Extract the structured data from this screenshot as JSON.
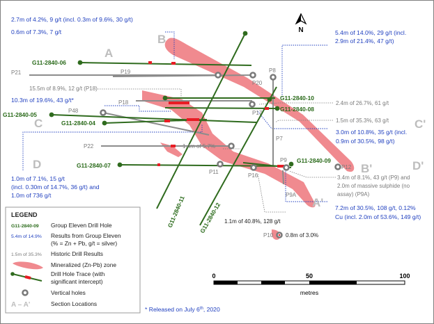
{
  "colors": {
    "zone": "#f08a8f",
    "drill": "#2f6b1e",
    "intercept": "#e81c24",
    "vertical": "#8c8c8c",
    "blue_text": "#1f3fbf",
    "grey_text": "#7a7a7a"
  },
  "north": {
    "label": "N",
    "icon": "north-arrow-icon"
  },
  "sections": {
    "a": "A",
    "a_prime": "A'",
    "b": "B",
    "b_prime": "B'",
    "c": "C",
    "c_prime": "C'",
    "d": "D",
    "d_prime": "D'"
  },
  "holes": {
    "g06": "G11-2840-06",
    "g05": "G11-2840-05",
    "g04": "G11-2840-04",
    "g07": "G11-2840-07",
    "g10": "G11-2840-10",
    "g08": "G11-2840-08",
    "g09": "G11-2840-09",
    "g11": "G11-2840-11",
    "g12": "G11-2840-12"
  },
  "historic_holes": {
    "p21": "P21",
    "p19": "P19",
    "p20": "P20",
    "p8": "P8",
    "p18": "P18",
    "p48": "P48",
    "p17": "P17",
    "p7": "P7",
    "p22": "P22",
    "p11": "P11",
    "p16": "P16",
    "p9": "P9",
    "p9a": "P9A",
    "p12": "P12",
    "p10": "P10"
  },
  "results_blue": {
    "g06_line1": "2.7m of 4.2%, 9 g/t (incl. 0.3m of 9.6%, 30 g/t)",
    "g06_line2": "0.6m of 7.3%, 7 g/t",
    "g10_line1": "5.4m of 14.0%, 29 g/t (incl.",
    "g10_line2": "2.9m of 21.4%, 47 g/t)",
    "g05": "10.3m of 19.6%, 43 g/t*",
    "g08_line1": "3.0m of 10.8%, 35 g/t (incl.",
    "g08_line2": "0.9m of 30.5%, 98 g/t)",
    "g07_line1": "1.0m of 7.1%, 15 g/t",
    "g07_line2": "(incl. 0.30m of 14.7%, 36 g/t) and",
    "g07_line3": "1.0m of 736 g/t",
    "g09_line1": "7.2m of 30.5%, 108 g/t, 0.12%",
    "g09_line2": "Cu (incl. 2.0m of 53.6%, 149 g/t)"
  },
  "results_grey": {
    "p18": "15.5m of 8.9%, 12 g/t (P18)",
    "p17": "2.4m of 26.7%, 61 g/t",
    "p7": "1.5m of 35.3%, 63 g/t",
    "p22": "1.4m of 5.7%",
    "p9_line1": "3.4m of 8.1%, 43 g/t (P9) and",
    "p9_line2": "2.0m of massive sulphide (no",
    "p9_line3": "assay) (P9A)",
    "p16": "1.1m of 40.8%, 128 g/t",
    "p10": "0.8m of 3.0%"
  },
  "legend": {
    "title": "LEGEND",
    "sym_hole": "G11-2840-09",
    "desc_hole": "Group Eleven Drill Hole",
    "sym_result": "5.4m of 14.9%",
    "desc_result_1": "Results from Group Eleven",
    "desc_result_2": "(% = Zn + Pb, g/t = silver)",
    "sym_historic": "1.5m of 35.3%",
    "desc_historic": "Historic Drill Results",
    "desc_zone": "Mineralized (Zn-Pb) zone",
    "desc_trace_1": "Drill Hole Trace (with",
    "desc_trace_2": "significant intercept)",
    "desc_vertical": "Vertical holes",
    "sym_section": "A – A'",
    "desc_section": "Section Locations"
  },
  "scalebar": {
    "ticks": [
      "0",
      "50",
      "100"
    ],
    "unit": "metres"
  },
  "footnote": {
    "prefix": "* Released on July 6",
    "sup": "th",
    "suffix": ", 2020"
  }
}
